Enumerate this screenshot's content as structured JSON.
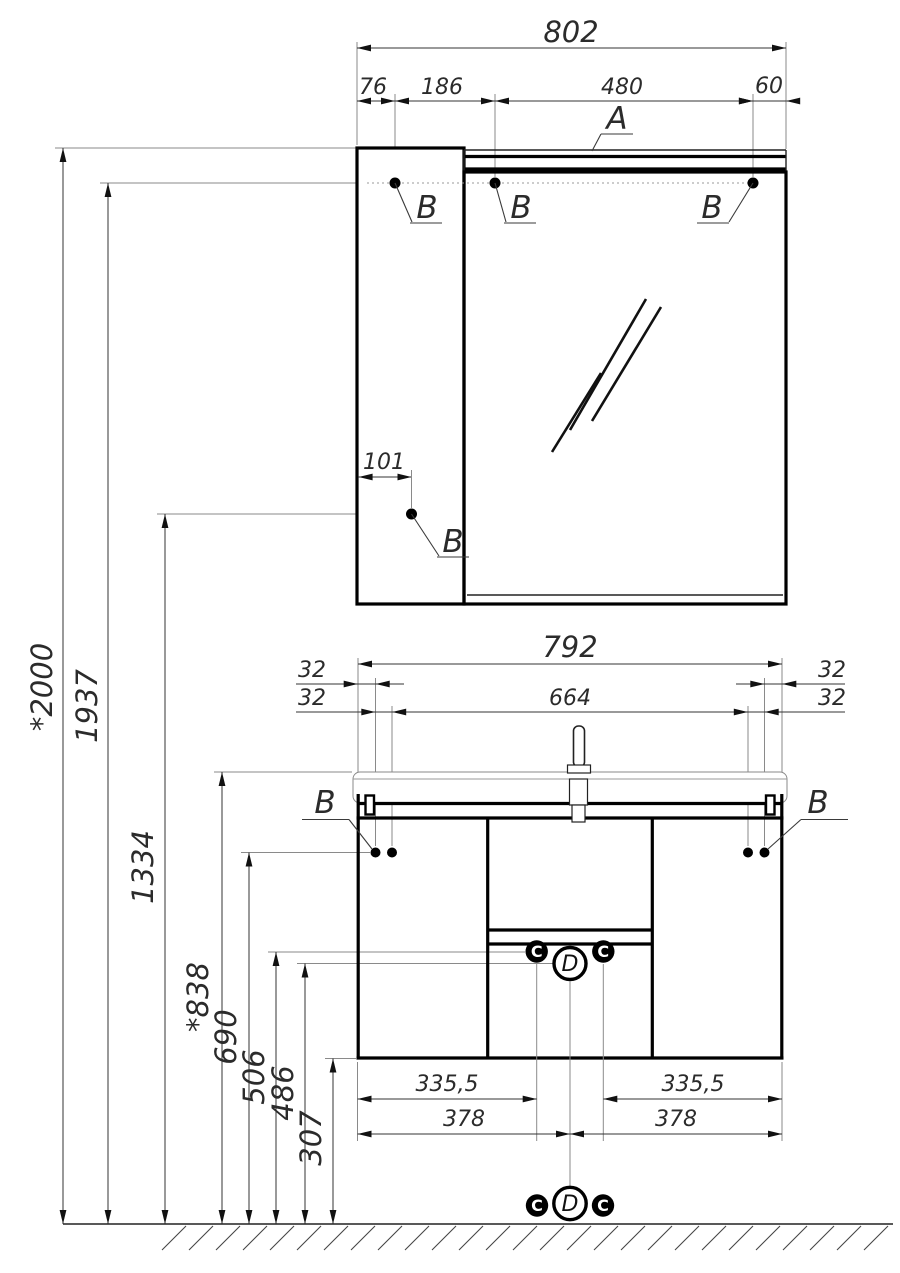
{
  "mirror": {
    "width": "802",
    "offset_left": "76",
    "hole_spacing": "186",
    "hole_span": "480",
    "offset_right": "60",
    "side_hole": "101",
    "light_label": "A",
    "mount_label": "B"
  },
  "vanity": {
    "width": "792",
    "edge_offset_left": "32",
    "hole_offset_left": "32",
    "hole_span": "664",
    "hole_offset_right": "32",
    "edge_offset_right": "32",
    "mount_label": "B",
    "valve_label": "C",
    "trap_label": "D",
    "door_span_left": "335,5",
    "door_span_right": "335,5",
    "half_span_left": "378",
    "half_span_right": "378"
  },
  "heights": {
    "overall": "*2000",
    "mirror_mount": "1937",
    "mirror_side_mount": "1334",
    "basin_top": "*838",
    "vanity_mount": "690",
    "valve": "506",
    "trap": "486",
    "clearance": "307"
  }
}
